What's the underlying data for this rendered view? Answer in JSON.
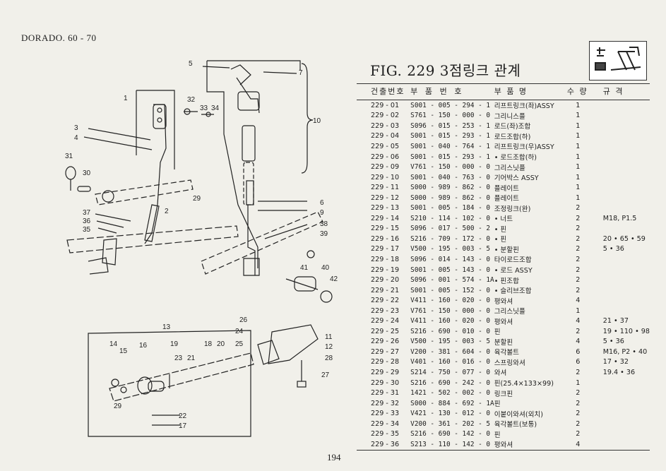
{
  "model": "DORADO. 60 - 70",
  "fig_title": "FIG. 229  3점링크 관계",
  "page_number": "194",
  "columns": {
    "no": "건출번호",
    "part_number": "부 품 번 호",
    "name": "부 품 명",
    "qty": "수 량",
    "spec": "규 격"
  },
  "parts": [
    {
      "no": "229 - 01",
      "pn": "S001 - 005 - 294 - 1",
      "name": "리프트링크(좌)ASSY",
      "qty": "1",
      "spec": ""
    },
    {
      "no": "229 - 02",
      "pn": "S761 - 150 - 000 - 0",
      "name": "그리니스플",
      "qty": "1",
      "spec": ""
    },
    {
      "no": "229 - 03",
      "pn": "S096 - 015 - 253 - 1",
      "name": "로드(좌)조합",
      "qty": "1",
      "spec": ""
    },
    {
      "no": "229 - 04",
      "pn": "S001 - 015 - 293 - 1",
      "name": "로드조합(하)",
      "qty": "1",
      "spec": ""
    },
    {
      "no": "229 - 05",
      "pn": "S001 - 040 - 764 - 1",
      "name": "리프트링크(우)ASSY",
      "qty": "1",
      "spec": ""
    },
    {
      "no": "229 - 06",
      "pn": "S001 - 015 - 293 - 1",
      "name": "• 로드조합(하)",
      "qty": "1",
      "spec": ""
    },
    {
      "no": "229 - 09",
      "pn": "V761 - 150 - 000 - 0",
      "name": "그리스닛플",
      "qty": "1",
      "spec": ""
    },
    {
      "no": "229 - 10",
      "pn": "S001 - 040 - 763 - 0",
      "name": "기어박스 ASSY",
      "qty": "1",
      "spec": ""
    },
    {
      "no": "229 - 11",
      "pn": "S000 - 989 - 862 - 0",
      "name": "플레이트",
      "qty": "1",
      "spec": ""
    },
    {
      "no": "229 - 12",
      "pn": "S000 - 989 - 862 - 0",
      "name": "플레이트",
      "qty": "1",
      "spec": ""
    },
    {
      "no": "229 - 13",
      "pn": "S001 - 005 - 184 - 0",
      "name": "조정링크(완)",
      "qty": "2",
      "spec": ""
    },
    {
      "no": "229 - 14",
      "pn": "S210 - 114 - 102 - 0",
      "name": "• 너트",
      "qty": "2",
      "spec": "M18, P1.5"
    },
    {
      "no": "229 - 15",
      "pn": "S096 - 017 - 500 - 2",
      "name": "• 핀",
      "qty": "2",
      "spec": ""
    },
    {
      "no": "229 - 16",
      "pn": "S216 - 709 - 172 - 0",
      "name": "• 핀",
      "qty": "2",
      "spec": "20 • 65 • 59"
    },
    {
      "no": "229 - 17",
      "pn": "V500 - 195 - 003 - 5",
      "name": "• 분할핀",
      "qty": "2",
      "spec": "5 • 36"
    },
    {
      "no": "229 - 18",
      "pn": "S096 - 014 - 143 - 0",
      "name": "타이로드조합",
      "qty": "2",
      "spec": ""
    },
    {
      "no": "229 - 19",
      "pn": "S001 - 005 - 143 - 0",
      "name": "• 로드 ASSY",
      "qty": "2",
      "spec": ""
    },
    {
      "no": "229 - 20",
      "pn": "S096 - 001 - 574 - 1A",
      "name": "• 핀조합",
      "qty": "2",
      "spec": ""
    },
    {
      "no": "229 - 21",
      "pn": "S001 - 005 - 152 - 0",
      "name": "• 슬리브조합",
      "qty": "2",
      "spec": ""
    },
    {
      "no": "229 - 22",
      "pn": "V411 - 160 - 020 - 0",
      "name": "평와셔",
      "qty": "4",
      "spec": ""
    },
    {
      "no": "229 - 23",
      "pn": "V761 - 150 - 000 - 0",
      "name": "그리스닛플",
      "qty": "1",
      "spec": ""
    },
    {
      "no": "229 - 24",
      "pn": "V411 - 160 - 020 - 0",
      "name": "평와셔",
      "qty": "4",
      "spec": "21 • 37"
    },
    {
      "no": "229 - 25",
      "pn": "S216 - 690 - 010 - 0",
      "name": "핀",
      "qty": "2",
      "spec": "19 • 110 • 98"
    },
    {
      "no": "229 - 26",
      "pn": "V500 - 195 - 003 - 5",
      "name": "분할핀",
      "qty": "4",
      "spec": "5 • 36"
    },
    {
      "no": "229 - 27",
      "pn": "V200 - 381 - 604 - 0",
      "name": "육각볼트",
      "qty": "6",
      "spec": "M16, P2 • 40"
    },
    {
      "no": "229 - 28",
      "pn": "V401 - 160 - 016 - 0",
      "name": "스프링와셔",
      "qty": "6",
      "spec": "17 • 32"
    },
    {
      "no": "229 - 29",
      "pn": "S214 - 750 - 077 - 0",
      "name": "와셔",
      "qty": "2",
      "spec": "19.4 • 36"
    },
    {
      "no": "229 - 30",
      "pn": "S216 - 690 - 242 - 0",
      "name": "핀(25.4×133×99)",
      "qty": "1",
      "spec": ""
    },
    {
      "no": "229 - 31",
      "pn": "1421 - 502 - 002 - 0",
      "name": "링크핀",
      "qty": "2",
      "spec": ""
    },
    {
      "no": "229 - 32",
      "pn": "S000 - 884 - 692 - 1A",
      "name": "핀",
      "qty": "2",
      "spec": ""
    },
    {
      "no": "229 - 33",
      "pn": "V421 - 130 - 012 - 0",
      "name": "이붙이와셔(외치)",
      "qty": "2",
      "spec": ""
    },
    {
      "no": "229 - 34",
      "pn": "V200 - 361 - 202 - 5",
      "name": "육각볼트(보통)",
      "qty": "2",
      "spec": ""
    },
    {
      "no": "229 - 35",
      "pn": "S216 - 690 - 142 - 0",
      "name": "핀",
      "qty": "2",
      "spec": ""
    },
    {
      "no": "229 - 36",
      "pn": "S213 - 110 - 142 - 0",
      "name": "평와셔",
      "qty": "4",
      "spec": ""
    }
  ],
  "callouts": [
    "1",
    "2",
    "3",
    "4",
    "5",
    "6",
    "7",
    "9",
    "10",
    "11",
    "12",
    "13",
    "14",
    "15",
    "16",
    "17",
    "18",
    "19",
    "20",
    "21",
    "22",
    "23",
    "24",
    "25",
    "26",
    "27",
    "28",
    "29",
    "29",
    "30",
    "31",
    "32",
    "33",
    "34",
    "35",
    "36",
    "37",
    "38",
    "39",
    "40",
    "41",
    "42"
  ]
}
